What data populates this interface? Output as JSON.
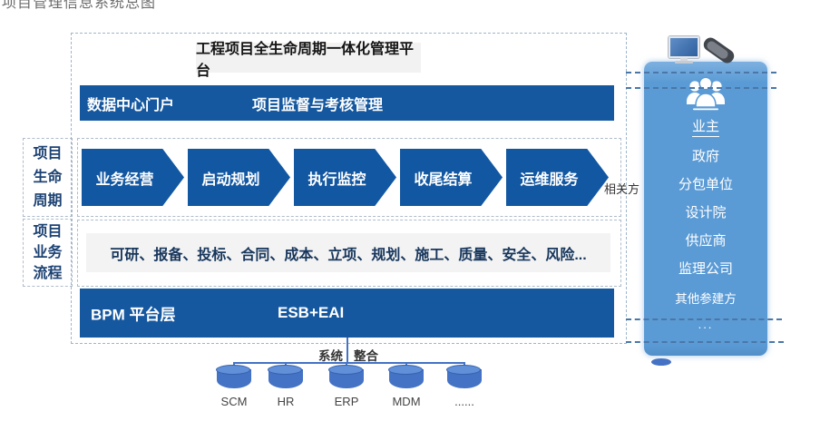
{
  "caption": "项目管理信息系统总图",
  "platform": {
    "title": "工程项目全生命周期一体化管理平台"
  },
  "top_bar": {
    "left": "数据中心门户",
    "right": "项目监督与考核管理"
  },
  "side_labels": {
    "lifecycle": {
      "lines": [
        "项目",
        "生命",
        "周期"
      ]
    },
    "process": {
      "lines": [
        "项目",
        "业务",
        "流程"
      ]
    }
  },
  "lifecycle": {
    "stages": [
      "业务经营",
      "启动规划",
      "执行监控",
      "收尾结算",
      "运维服务"
    ],
    "stakeholder_note": "相关方"
  },
  "process_text": "可研、报备、投标、合同、成本、立项、规划、施工、质量、安全、风险...",
  "platform_bar": {
    "left": "BPM  平台层",
    "right": "ESB+EAI"
  },
  "integration": {
    "label_left": "系统",
    "label_right": "整合"
  },
  "systems": [
    "SCM",
    "HR",
    "ERP",
    "MDM",
    "......"
  ],
  "stakeholders": {
    "items": [
      "业主",
      "政府",
      "分包单位",
      "设计院",
      "供应商",
      "监理公司",
      "其他参建方",
      "..."
    ]
  },
  "icons": {
    "devices": [
      "monitor-icon",
      "smartphone-icon"
    ],
    "panel": "people-group-icon"
  },
  "colors": {
    "bar_dark_blue": "#15589F",
    "chevron_blue": "#1257A2",
    "panel_blue": "#5B9BD5",
    "cylinder_blue": "#4472C4",
    "light_gray_box": "#F2F2F2"
  }
}
